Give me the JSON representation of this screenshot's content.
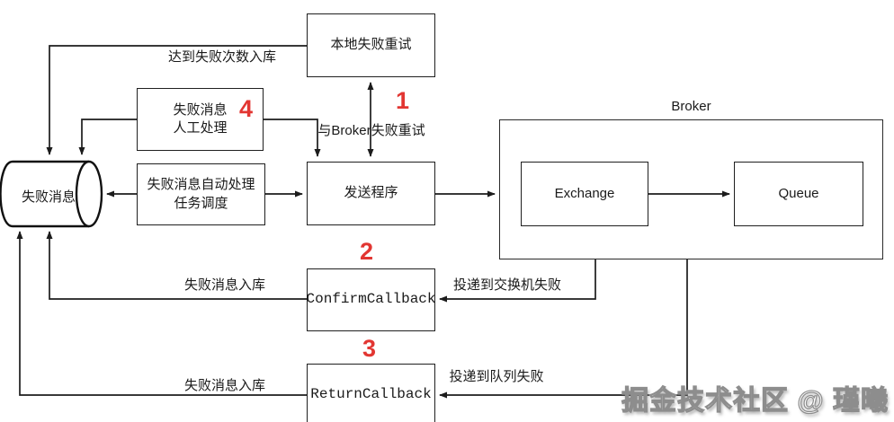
{
  "colors": {
    "step_red": "#e23632",
    "line": "#1c1c1c"
  },
  "nodes": {
    "failed_msg_store": {
      "label": "失败消息"
    },
    "local_retry": {
      "label": "本地失败重试"
    },
    "manual_handle": {
      "label_line1": "失败消息",
      "label_line2": "人工处理"
    },
    "auto_handle": {
      "label_line1": "失败消息自动处理",
      "label_line2": "任务调度"
    },
    "sender": {
      "label": "发送程序"
    },
    "broker": {
      "label": "Broker"
    },
    "exchange": {
      "label": "Exchange"
    },
    "queue": {
      "label": "Queue"
    },
    "confirm_callback": {
      "label": "ConfirmCallback"
    },
    "return_callback": {
      "label": "ReturnCallback"
    }
  },
  "edge_labels": {
    "reach_fail_count_store": "达到失败次数入库",
    "broker_fail_retry": "与Broker失败重试",
    "deliver_exchange_fail": "投递到交换机失败",
    "deliver_queue_fail": "投递到队列失败",
    "fail_msg_store_confirm": "失败消息入库",
    "fail_msg_store_return": "失败消息入库"
  },
  "steps": {
    "step1": "1",
    "step2": "2",
    "step3": "3",
    "step4": "4"
  },
  "watermark": "掘金技术社区 @ 瑾曦"
}
